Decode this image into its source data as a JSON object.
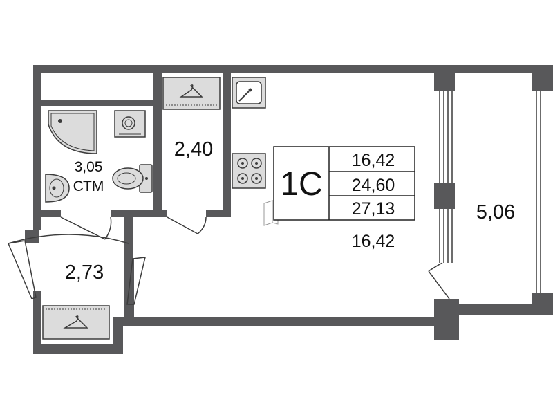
{
  "colors": {
    "wall": "#58585a",
    "fixture_fill": "#dcdcdc",
    "fixture_stroke": "#3c3c3c",
    "background": "#ffffff"
  },
  "rooms": {
    "bathroom": {
      "area": "3,05",
      "label": "СТМ"
    },
    "closet": {
      "area": "2,40"
    },
    "hall": {
      "area": "2,73"
    },
    "living": {
      "area": "16,42"
    },
    "balcony": {
      "area": "5,06"
    }
  },
  "summary": {
    "type": "1С",
    "living_area": "16,42",
    "total_area": "24,60",
    "total_with_balcony": "27,13"
  },
  "icons": [
    "shower-icon",
    "washbasin-icon",
    "washing-machine-icon",
    "toilet-icon",
    "hanger-icon",
    "sink-icon",
    "stove-icon",
    "fridge-icon"
  ]
}
